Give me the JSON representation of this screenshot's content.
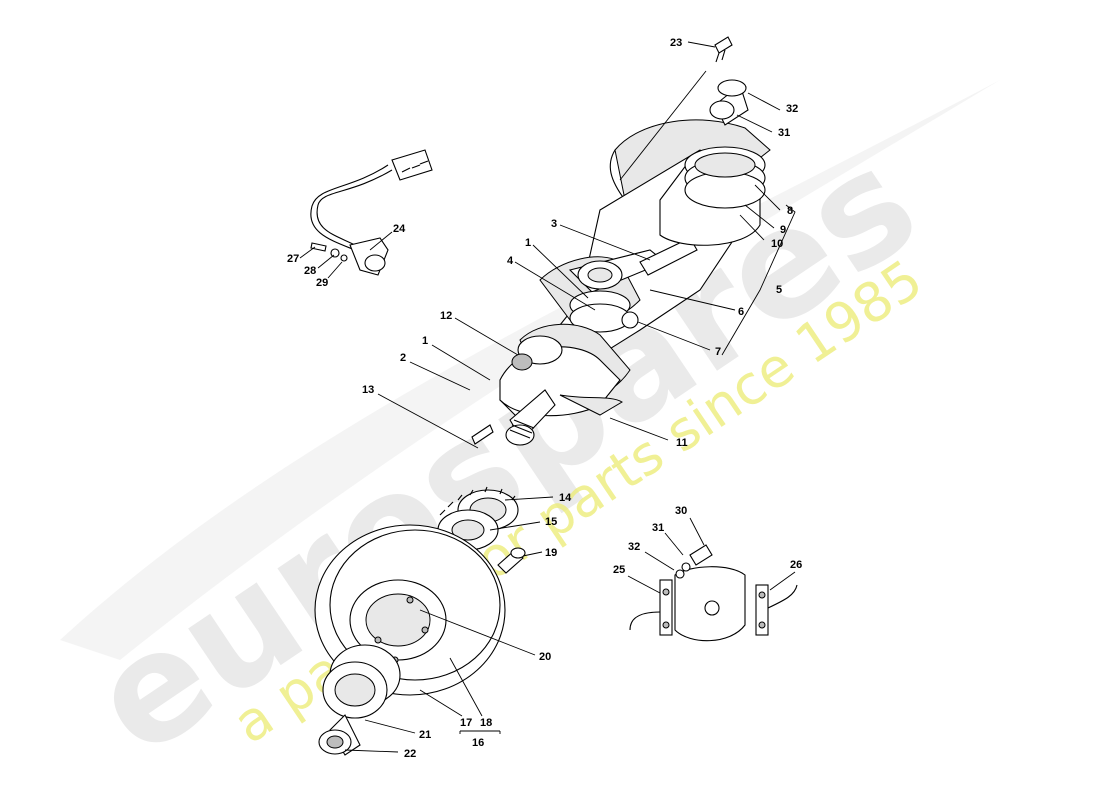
{
  "watermark": {
    "brand": "eurospares",
    "tagline": "a passion for parts since 1985"
  },
  "callouts": {
    "c23": "23",
    "c32a": "32",
    "c31a": "31",
    "c8": "8",
    "c9": "9",
    "c10": "10",
    "c5": "5",
    "c3": "3",
    "c1a": "1",
    "c4": "4",
    "c6": "6",
    "c7": "7",
    "c12": "12",
    "c1b": "1",
    "c2": "2",
    "c13": "13",
    "c11": "11",
    "c24": "24",
    "c27": "27",
    "c28": "28",
    "c29": "29",
    "c14": "14",
    "c15": "15",
    "c19": "19",
    "c20": "20",
    "c30": "30",
    "c31b": "31",
    "c32b": "32",
    "c25": "25",
    "c26": "26",
    "c17": "17",
    "c18": "18",
    "c16": "16",
    "c21": "21",
    "c22": "22"
  }
}
